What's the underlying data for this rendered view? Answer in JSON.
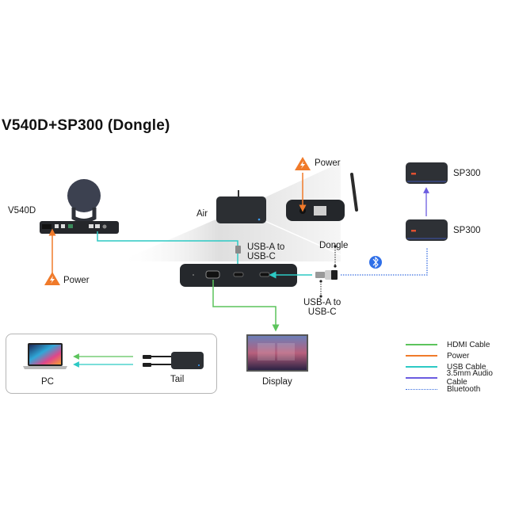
{
  "title": "V540D+SP300 (Dongle)",
  "colors": {
    "hdmi": "#5cc45c",
    "power": "#f07a2a",
    "usb": "#2cc9c4",
    "audio": "#6b5ce0",
    "bluetooth": "#3a6fe0",
    "device_dark": "#2b2d30",
    "power_badge": "#f07a2a",
    "bluetooth_badge": "#2f6fe8"
  },
  "devices": {
    "v540d": {
      "label": "V540D",
      "icon": "camera-dock-icon"
    },
    "v540d_power": {
      "label": "Power",
      "icon": "power-warning-icon"
    },
    "air": {
      "label": "Air",
      "icon": "air-receiver-icon"
    },
    "air_power": {
      "label": "Power",
      "icon": "power-warning-icon"
    },
    "hub_usb_label": {
      "line1": "USB-A to",
      "line2": "USB-C"
    },
    "dongle": {
      "label": "Dongle",
      "icon": "bluetooth-dongle-icon"
    },
    "dongle_usb_label": {
      "line1": "USB-A to",
      "line2": "USB-C"
    },
    "sp300_top": {
      "label": "SP300",
      "icon": "speakerphone-icon"
    },
    "sp300_bottom": {
      "label": "SP300",
      "icon": "speakerphone-icon"
    },
    "display": {
      "label": "Display",
      "icon": "display-icon"
    },
    "pc": {
      "label": "PC",
      "icon": "laptop-icon"
    },
    "tail": {
      "label": "Tail",
      "icon": "tail-transmitter-icon"
    },
    "bluetooth_badge": {
      "icon": "bluetooth-icon"
    }
  },
  "legend": [
    {
      "label": "HDMI Cable",
      "style": "solid",
      "color": "#5cc45c"
    },
    {
      "label": "Power",
      "style": "solid",
      "color": "#f07a2a"
    },
    {
      "label": "USB Cable",
      "style": "solid",
      "color": "#2cc9c4"
    },
    {
      "label": "3.5mm Audio Cable",
      "style": "solid",
      "color": "#6b5ce0"
    },
    {
      "label": "Bluetooth",
      "style": "dotted",
      "color": "#3a6fe0"
    }
  ]
}
